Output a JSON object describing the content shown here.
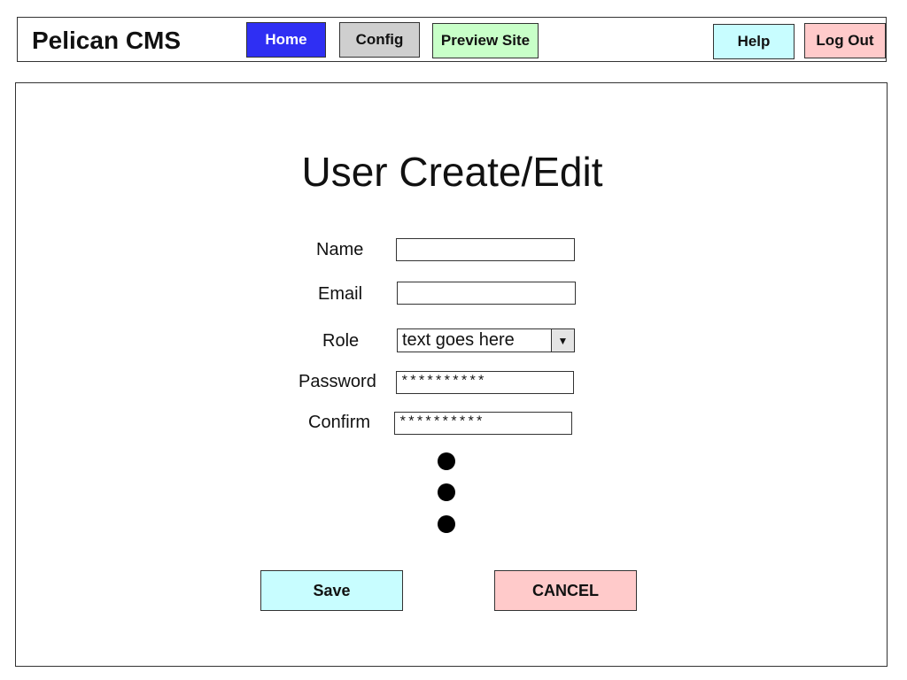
{
  "header": {
    "brand": "Pelican CMS",
    "nav": {
      "home": "Home",
      "config": "Config",
      "preview": "Preview Site",
      "help": "Help",
      "logout": "Log Out"
    }
  },
  "main": {
    "title": "User Create/Edit",
    "form": {
      "name": {
        "label": "Name",
        "value": ""
      },
      "email": {
        "label": "Email",
        "value": ""
      },
      "role": {
        "label": "Role",
        "selected": "text goes here"
      },
      "password": {
        "label": "Password",
        "value": "**********"
      },
      "confirm": {
        "label": "Confirm",
        "value": "**********"
      }
    },
    "actions": {
      "save": "Save",
      "cancel": "CANCEL"
    }
  },
  "icons": {
    "dropdown": "dropdown-arrow-icon",
    "more": "vertical-ellipsis-icon"
  },
  "colors": {
    "home_button": "#2f2ff3",
    "config_button": "#cfcfcf",
    "preview_button": "#c8ffc8",
    "help_button": "#c8fdff",
    "logout_button": "#ffcaca",
    "save_button": "#c8fdff",
    "cancel_button": "#ffcaca"
  }
}
